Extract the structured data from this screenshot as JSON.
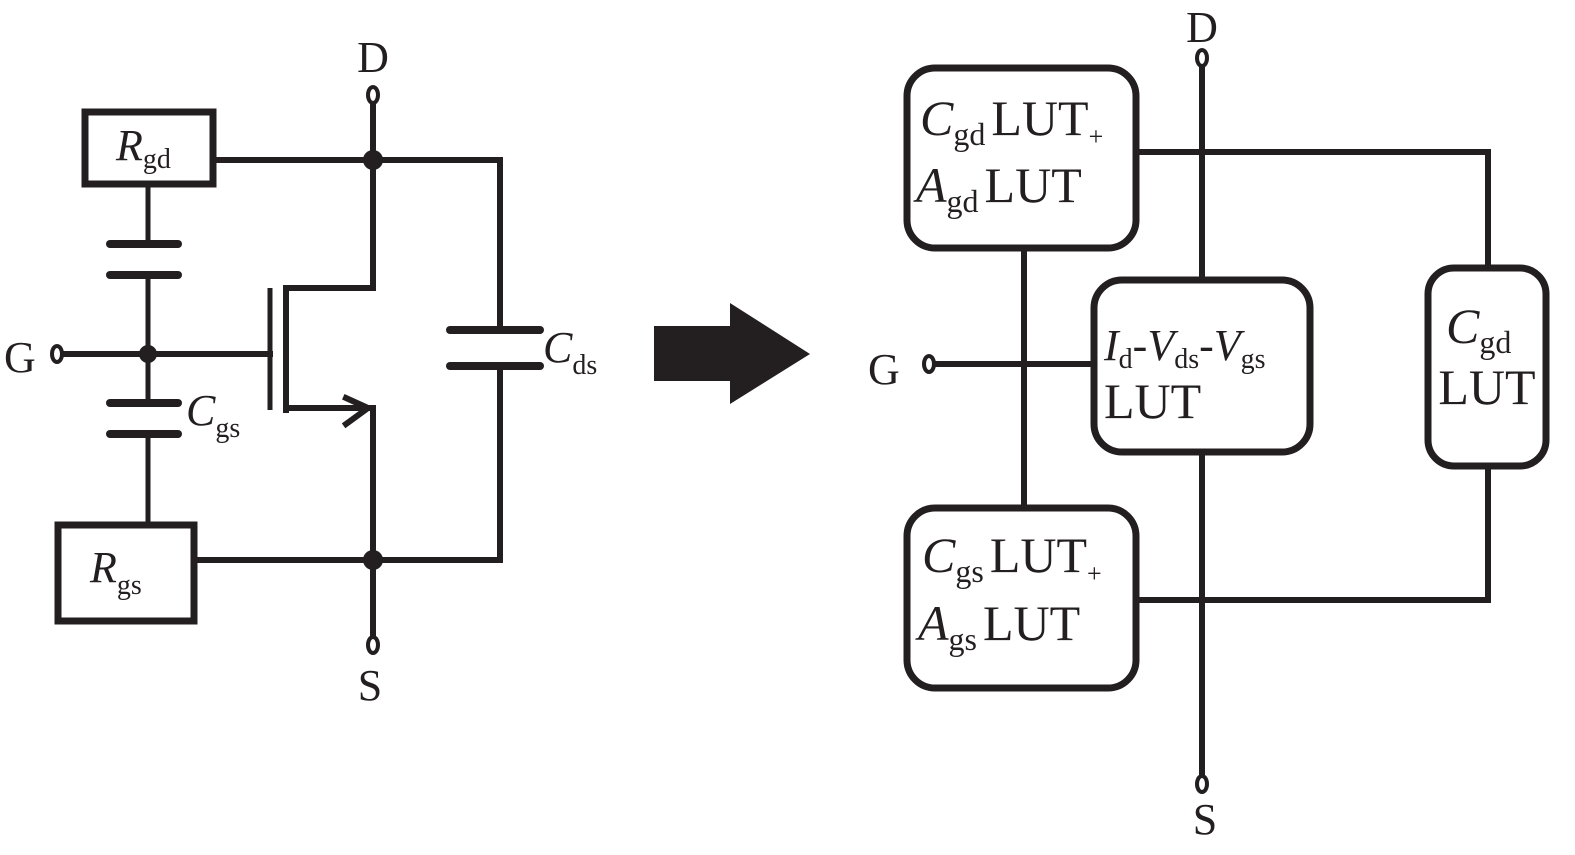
{
  "colors": {
    "ink": "#231f20",
    "background": "#ffffff"
  },
  "left_circuit": {
    "terminals": {
      "drain": "D",
      "gate": "G",
      "source": "S"
    },
    "components": {
      "rgd": {
        "symbol": "R",
        "sub": "gd"
      },
      "rgs": {
        "symbol": "R",
        "sub": "gs"
      },
      "cgs": {
        "symbol": "C",
        "sub": "gs"
      },
      "cds": {
        "symbol": "C",
        "sub": "ds"
      },
      "cgd": {
        "symbol": "C",
        "sub": "gd",
        "labeled": false
      },
      "transistor": "MOSFET"
    }
  },
  "arrow": {
    "icon": "right-arrow-icon",
    "meaning": "transforms-to"
  },
  "right_model": {
    "terminals": {
      "drain": "D",
      "gate": "G",
      "source": "S"
    },
    "blocks": {
      "gd_block": {
        "line1": {
          "symbol": "C",
          "sub": "gd",
          "text": "LUT",
          "suffix": "+"
        },
        "line2": {
          "symbol": "A",
          "sub": "gd",
          "text": "LUT"
        }
      },
      "iv_block": {
        "line1": {
          "i": "I",
          "i_sub": "d",
          "dash1": "-",
          "v1": "V",
          "v1_sub": "ds",
          "dash2": "-",
          "v2": "V",
          "v2_sub": "gs"
        },
        "line2": "LUT"
      },
      "cgd_block": {
        "line1": {
          "symbol": "C",
          "sub": "gd"
        },
        "line2": "LUT"
      },
      "gs_block": {
        "line1": {
          "symbol": "C",
          "sub": "gs",
          "text": "LUT",
          "suffix": "+"
        },
        "line2": {
          "symbol": "A",
          "sub": "gs",
          "text": "LUT"
        }
      }
    }
  }
}
